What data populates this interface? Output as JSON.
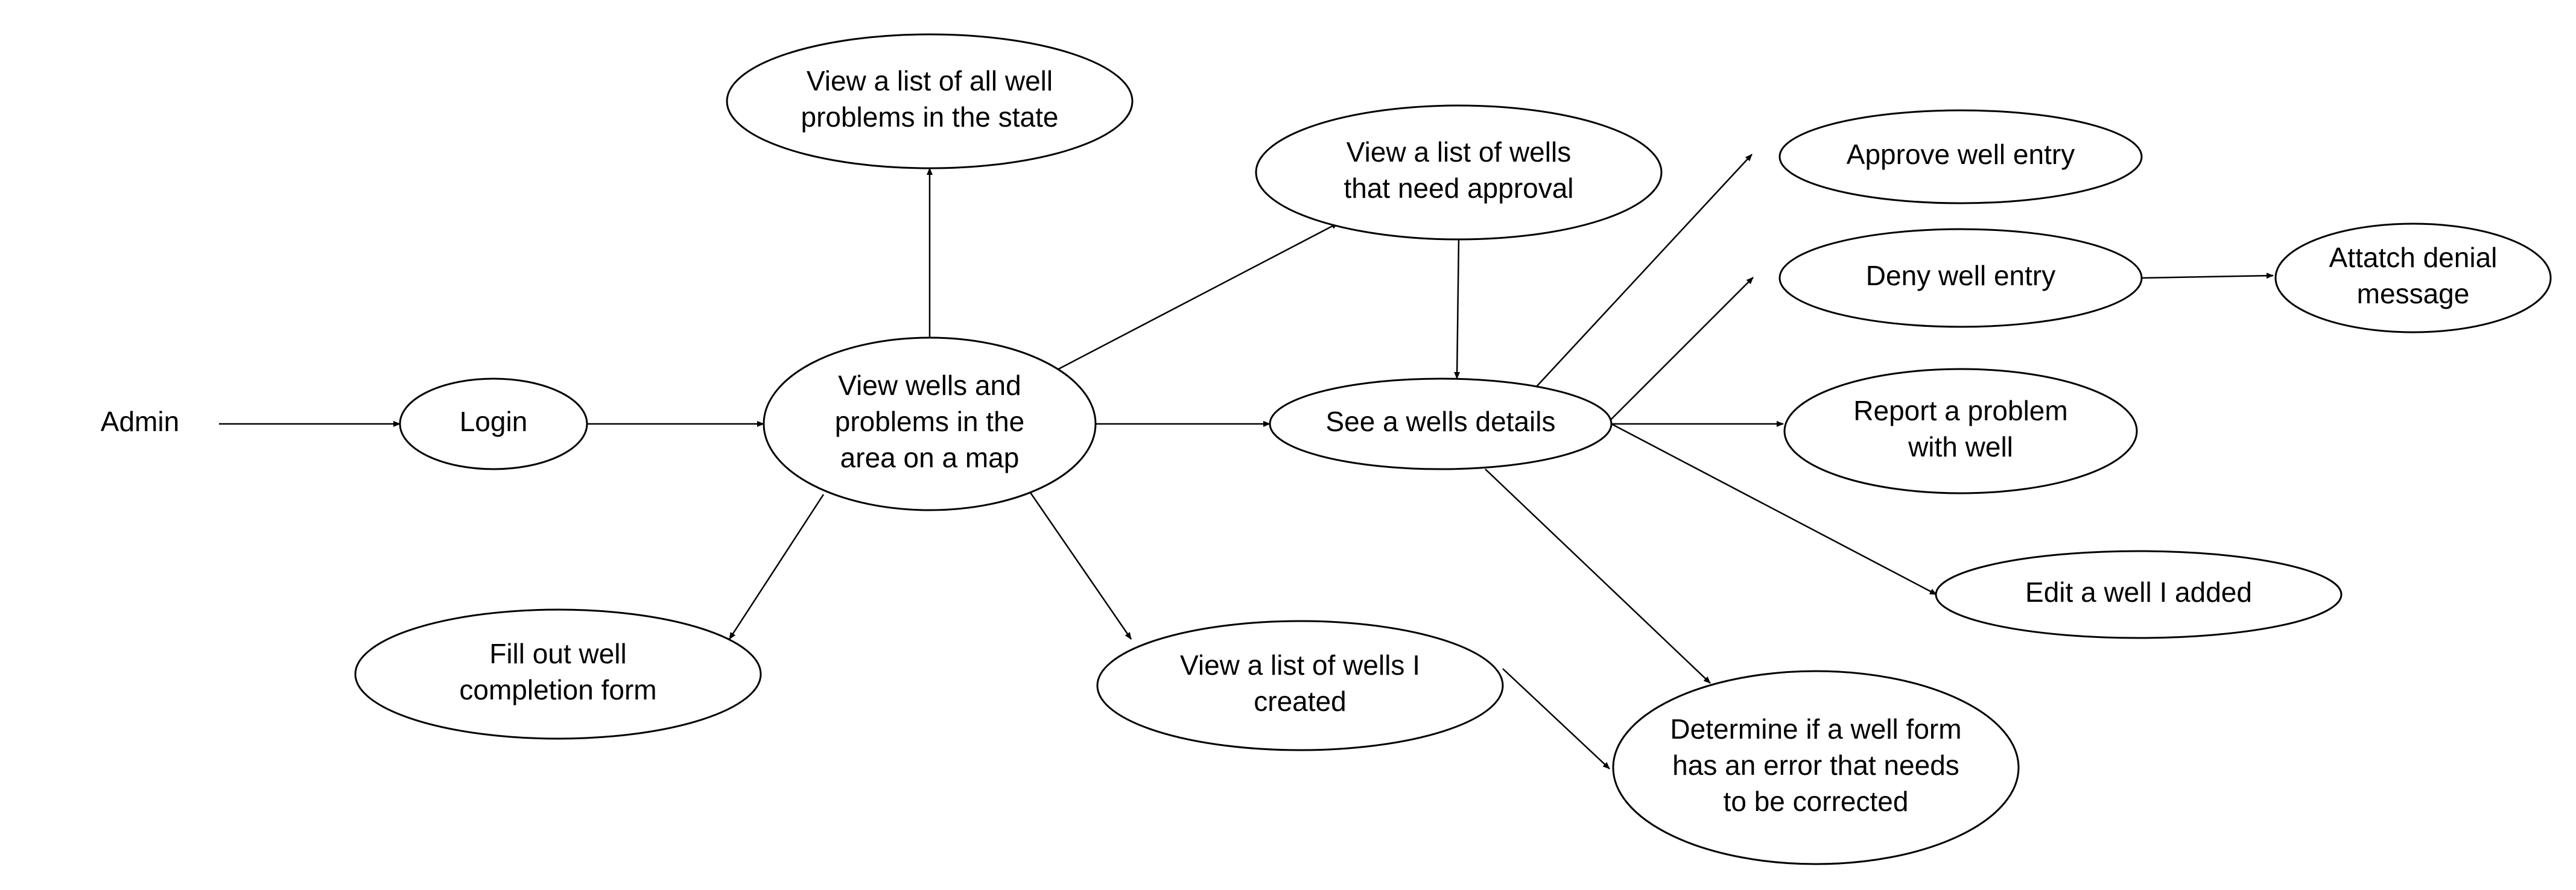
{
  "diagram": {
    "actor": "Admin",
    "nodes": {
      "login": [
        "Login"
      ],
      "map": [
        "View wells and",
        "problems in the",
        "area on a map"
      ],
      "problems_state": [
        "View a list of all well",
        "problems in the state"
      ],
      "need_approval": [
        "View a list of wells",
        "that need approval"
      ],
      "well_details": [
        "See a wells details"
      ],
      "completion_form": [
        "Fill out well",
        "completion form"
      ],
      "wells_created": [
        "View a list of wells I",
        "created"
      ],
      "approve_entry": [
        "Approve well entry"
      ],
      "deny_entry": [
        "Deny well entry"
      ],
      "denial_message": [
        "Attatch denial",
        "message"
      ],
      "report_problem": [
        "Report a problem",
        "with well"
      ],
      "edit_well": [
        "Edit a well I added"
      ],
      "form_error": [
        "Determine if a well form",
        "has an error that needs",
        "to be corrected"
      ]
    },
    "edges": [
      [
        "admin",
        "login"
      ],
      [
        "login",
        "map"
      ],
      [
        "map",
        "problems_state"
      ],
      [
        "map",
        "need_approval"
      ],
      [
        "map",
        "well_details"
      ],
      [
        "map",
        "completion_form"
      ],
      [
        "map",
        "wells_created"
      ],
      [
        "need_approval",
        "well_details"
      ],
      [
        "well_details",
        "approve_entry"
      ],
      [
        "well_details",
        "deny_entry"
      ],
      [
        "well_details",
        "report_problem"
      ],
      [
        "well_details",
        "edit_well"
      ],
      [
        "well_details",
        "form_error"
      ],
      [
        "deny_entry",
        "denial_message"
      ],
      [
        "wells_created",
        "form_error"
      ]
    ]
  }
}
